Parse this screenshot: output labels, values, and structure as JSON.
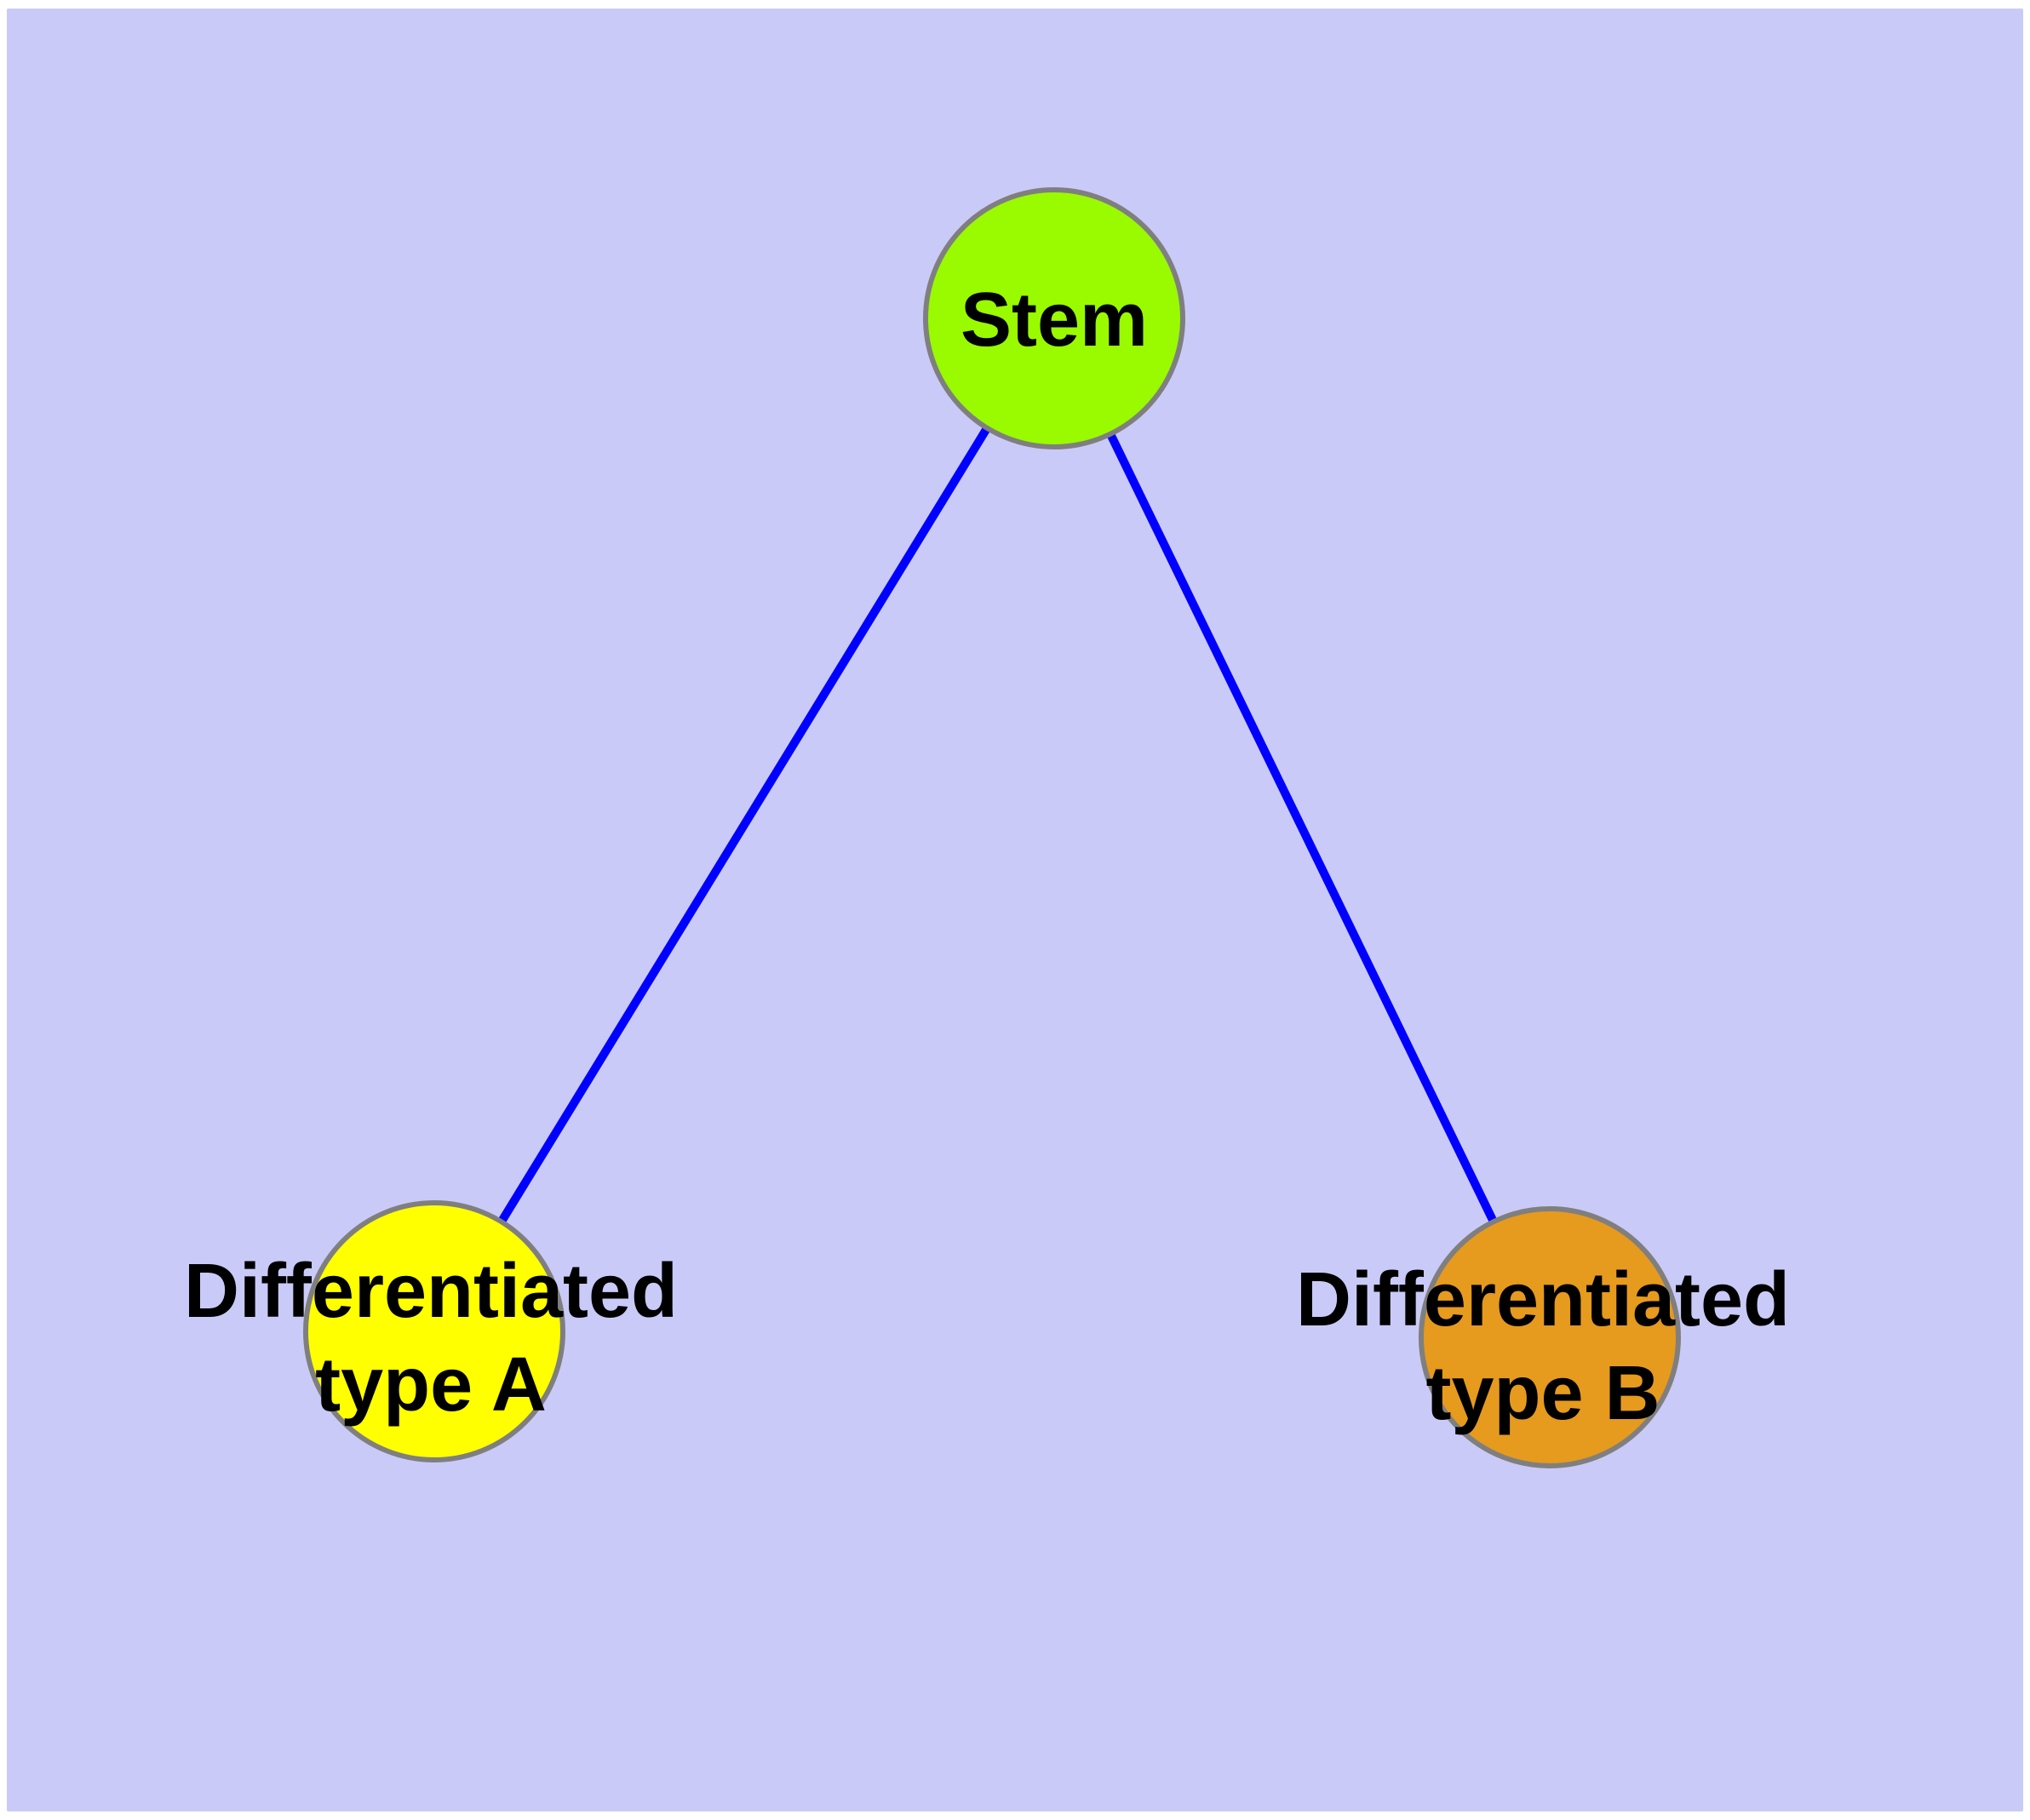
{
  "diagram": {
    "background_color": "#cacaf8",
    "frame_color": "#ffffff",
    "edge_color": "#0000ff",
    "node_border_color": "#7f7f7f",
    "label_color": "#000000",
    "nodes": [
      {
        "id": "stem",
        "label": "Stem",
        "fill": "#9afa00"
      },
      {
        "id": "differentiated-type-a",
        "label_line1": "Differentiated",
        "label_line2": "type A",
        "fill": "#ffff00"
      },
      {
        "id": "differentiated-type-b",
        "label_line1": "Differentiated",
        "label_line2": "type B",
        "fill": "#e69a1e"
      }
    ],
    "edges": [
      {
        "from": "stem",
        "to": "differentiated-type-a"
      },
      {
        "from": "stem",
        "to": "differentiated-type-b"
      }
    ]
  }
}
